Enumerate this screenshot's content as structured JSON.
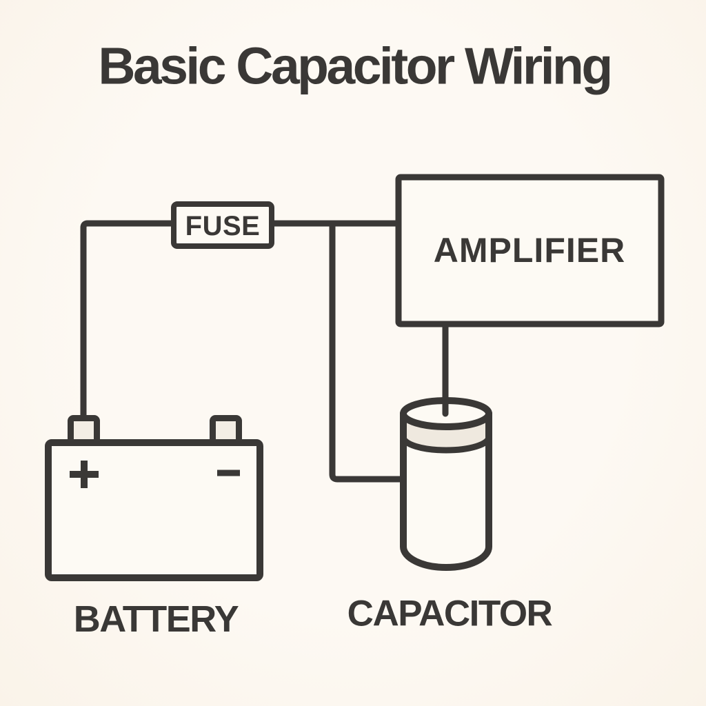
{
  "title": "Basic Capacitor Wiring",
  "diagram": {
    "fuse": {
      "label": "FUSE"
    },
    "amplifier": {
      "label": "AMPLIFIER"
    },
    "battery": {
      "label": "BATTERY",
      "positive_symbol": "+",
      "negative_symbol": "−"
    },
    "capacitor": {
      "label": "CAPACITOR"
    }
  },
  "icons": {
    "battery-plus-icon": "+",
    "battery-minus-icon": "−"
  },
  "colors": {
    "background": "#fcf7ef",
    "ink": "#3a3836",
    "component_fill": "#fdfaf4",
    "collar_fill": "#efe9df",
    "terminal_fill": "#f3eee5"
  }
}
